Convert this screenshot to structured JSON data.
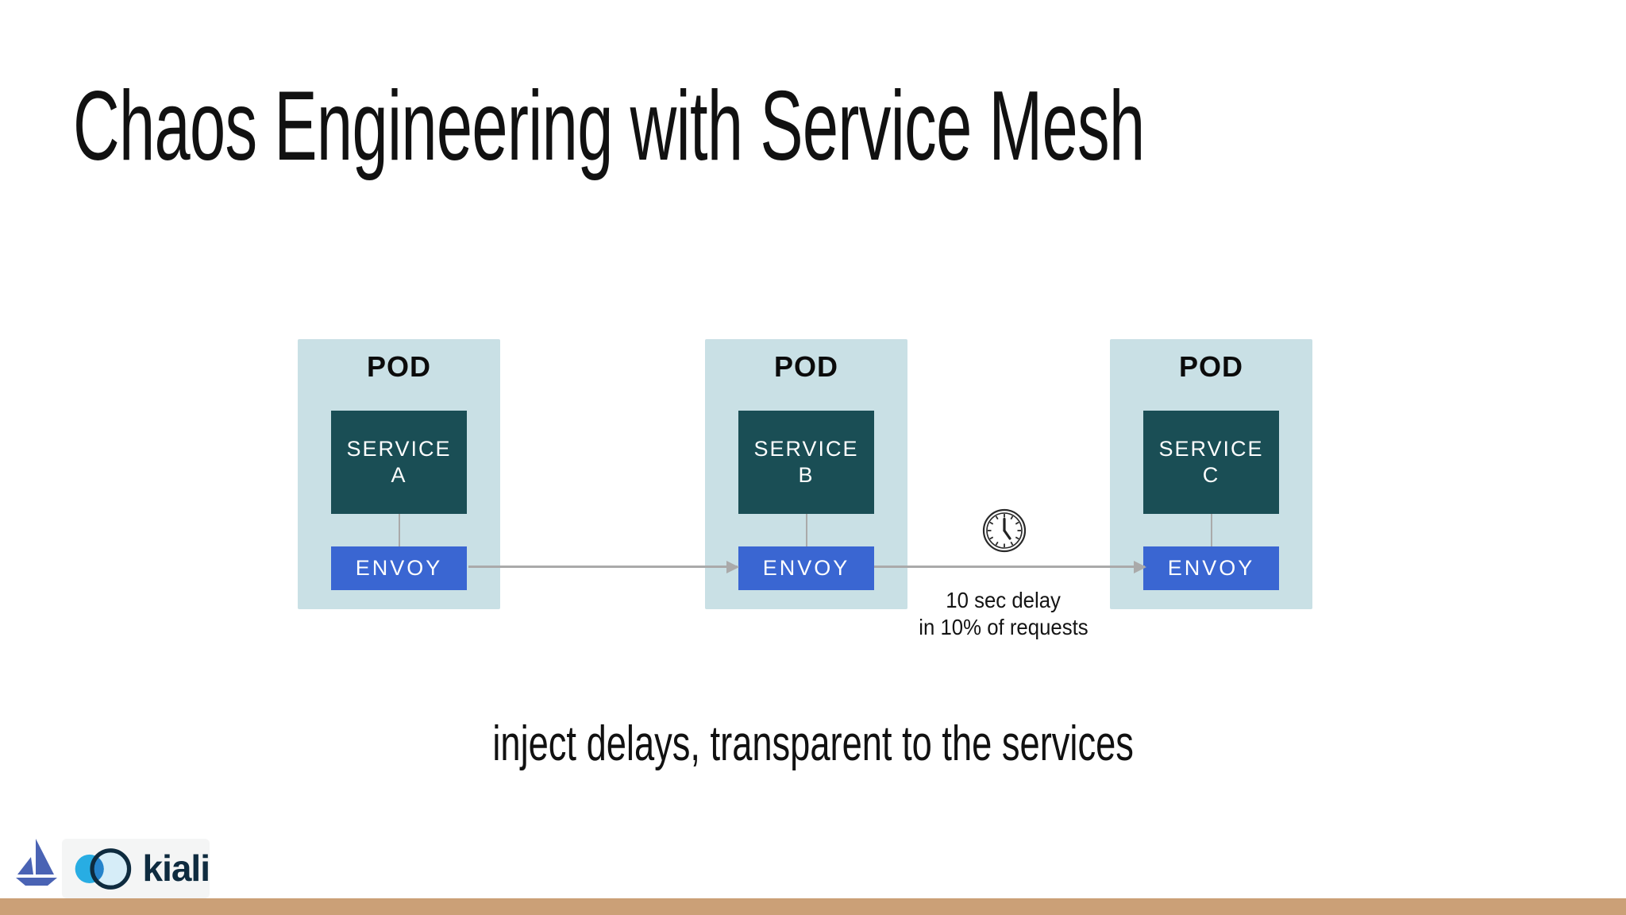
{
  "slide": {
    "title": "Chaos Engineering with Service Mesh",
    "caption": "inject delays, transparent to the services"
  },
  "diagram": {
    "pods": [
      {
        "label": "POD",
        "service": [
          "SERVICE",
          "A"
        ],
        "envoy": "ENVOY"
      },
      {
        "label": "POD",
        "service": [
          "SERVICE",
          "B"
        ],
        "envoy": "ENVOY"
      },
      {
        "label": "POD",
        "service": [
          "SERVICE",
          "C"
        ],
        "envoy": "ENVOY"
      }
    ],
    "delay_note": {
      "line1": "10 sec delay",
      "line2": "in 10% of requests"
    },
    "icons": {
      "clock": "clock-icon"
    }
  },
  "footer": {
    "istio_icon": "istio-sailboat-icon",
    "kiali_logo_text": "kiali"
  },
  "colors": {
    "title": "#111111",
    "pod_bg": "#c9e0e5",
    "service_bg": "#1a4e55",
    "envoy_bg": "#3a66d2",
    "arrow": "#aaaaaa",
    "footer_bar": "#cba077",
    "kiali_box_bg": "#f4f5f5",
    "kiali_navy": "#0e2b3f",
    "kiali_bright_blue": "#28ade3",
    "kiali_light_blue": "#d6edf8",
    "kiali_overlap_blue": "#2583cb",
    "istio_blue": "#4a63b4",
    "clock_stroke": "#2a2a2a"
  }
}
